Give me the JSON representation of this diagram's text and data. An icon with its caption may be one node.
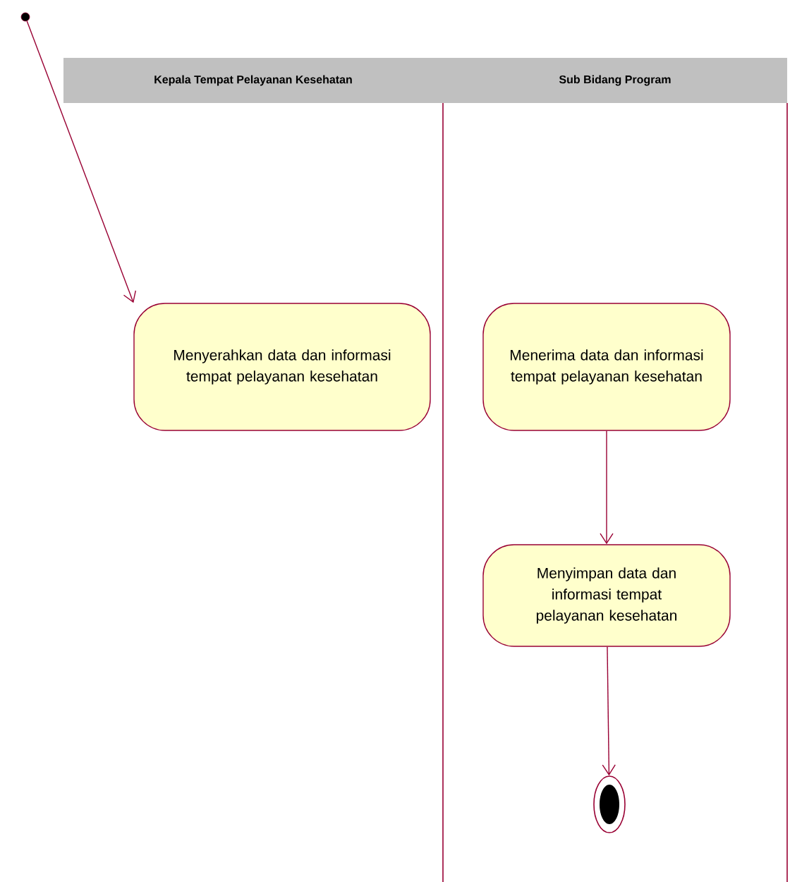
{
  "diagram": {
    "nodes": [
      {
        "text": [
          "Kepala Tempat Pelayanan Kesehatan"
        ]
      },
      {
        "text": [
          "Sub Bidang Program"
        ]
      },
      {
        "text": [],
        "shape": "circle"
      },
      {
        "text": [
          "Menyerahkan data dan informasi tempat pelayanan kesehatan"
        ]
      },
      {
        "text": [
          "Menerima data dan informasi tempat pelayanan kesehatan"
        ]
      },
      {
        "text": [
          "Menyimpan data dan informasi tempat pelayanan kesehatan"
        ]
      },
      {
        "text": [],
        "shape": "bullseye"
      }
    ],
    "edges": [
      {
        "from": 2,
        "to": 3,
        "arrow": "to"
      },
      {
        "from": 4,
        "to": 5,
        "arrow": "to"
      },
      {
        "from": 5,
        "to": 6,
        "arrow": "to"
      }
    ]
  }
}
